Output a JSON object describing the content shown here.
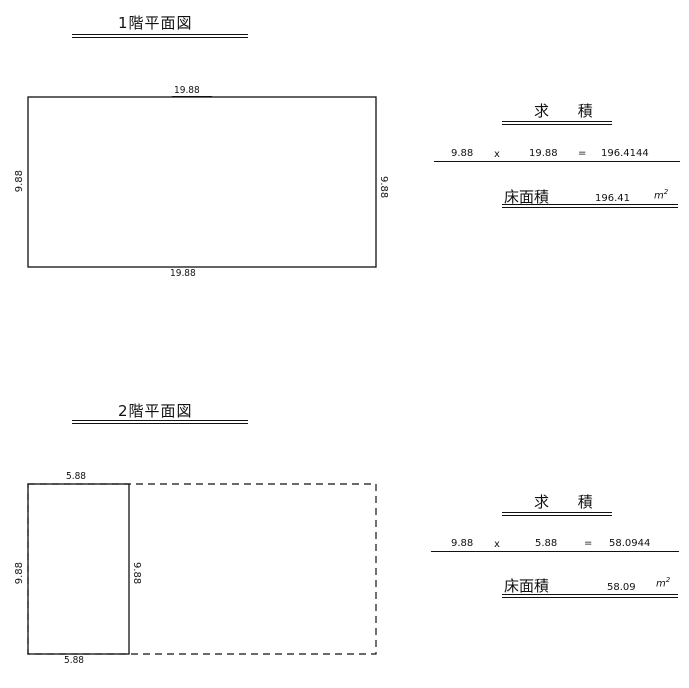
{
  "floor1": {
    "title": "1階平面図",
    "dim_top": "19.88",
    "dim_bottom": "19.88",
    "dim_left": "9.88",
    "dim_right": "9.88",
    "calc_heading": "求 積",
    "calc": {
      "a": "9.88",
      "op": "x",
      "b": "19.88",
      "eq": "=",
      "result": "196.4144"
    },
    "area_label": "床面積",
    "area_value": "196.41",
    "area_unit": "m",
    "area_unit_sup": "2"
  },
  "floor2": {
    "title": "2階平面図",
    "dim_top": "5.88",
    "dim_bottom": "5.88",
    "dim_left": "9.88",
    "dim_right": "9.88",
    "calc_heading": "求 積",
    "calc": {
      "a": "9.88",
      "op": "x",
      "b": "5.88",
      "eq": "=",
      "result": "58.0944"
    },
    "area_label": "床面積",
    "area_value": "58.09",
    "area_unit": "m",
    "area_unit_sup": "2"
  }
}
